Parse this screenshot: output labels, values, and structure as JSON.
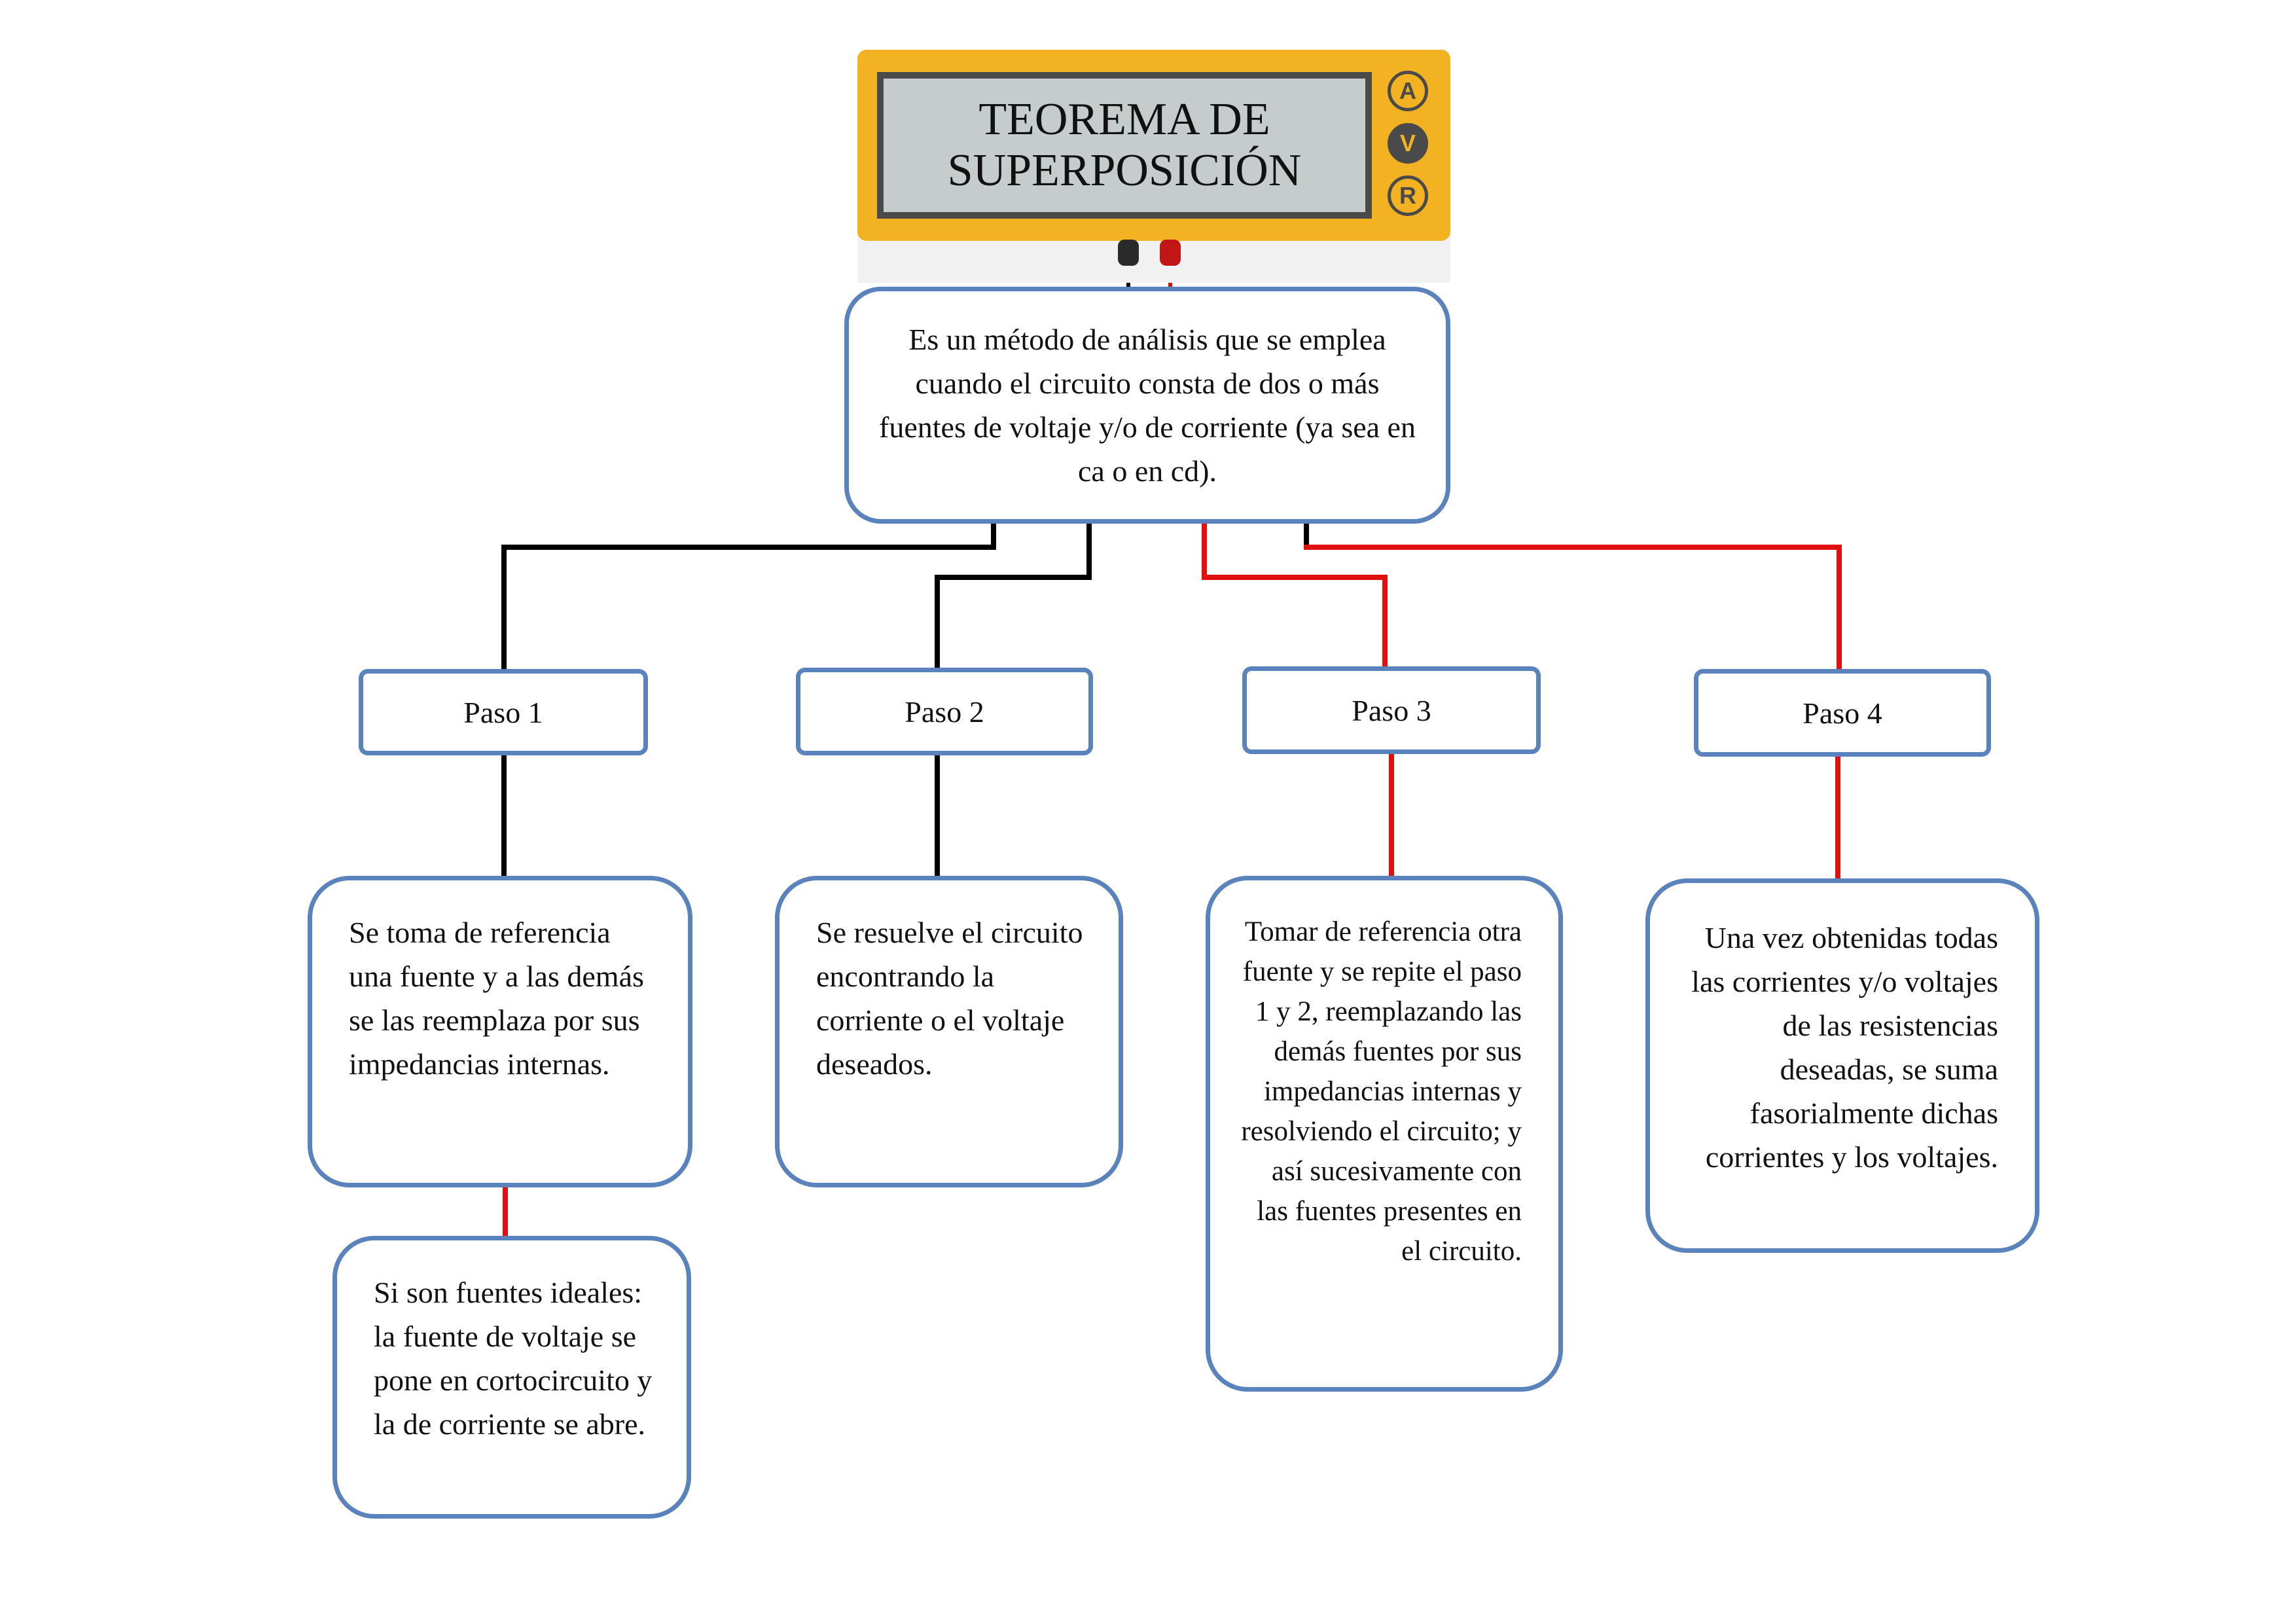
{
  "title": {
    "line1": "TEOREMA DE",
    "line2": "SUPERPOSICIÓN"
  },
  "meter_buttons": [
    "A",
    "V",
    "R"
  ],
  "definition": "Es un método de análisis que se emplea cuando el circuito consta de dos o más fuentes de voltaje y/o de corriente (ya sea en ca o en cd).",
  "steps": [
    {
      "label": "Paso 1",
      "description": "Se toma de referencia una fuente y a las demás se las reemplaza por sus impedancias internas."
    },
    {
      "label": "Paso 2",
      "description": "Se resuelve el circuito encontrando la corriente o el voltaje deseados."
    },
    {
      "label": "Paso 3",
      "description": "Tomar de referencia otra fuente y se repite el paso 1 y 2, reemplazando las demás fuentes por sus impedancias internas y resolviendo el circuito; y así sucesivamente con las fuentes presentes en el circuito."
    },
    {
      "label": "Paso 4",
      "description": "Una vez obtenidas todas las corrientes y/o voltajes de las resistencias deseadas, se suma fasorialmente dichas corrientes y los voltajes."
    }
  ],
  "note": "Si son fuentes ideales: la fuente de voltaje se pone en cortocircuito y la de corriente se abre.",
  "colors": {
    "box_border": "#5a82bc",
    "meter_body": "#f2b222",
    "wire_black": "#000000",
    "wire_red": "#e01010"
  }
}
